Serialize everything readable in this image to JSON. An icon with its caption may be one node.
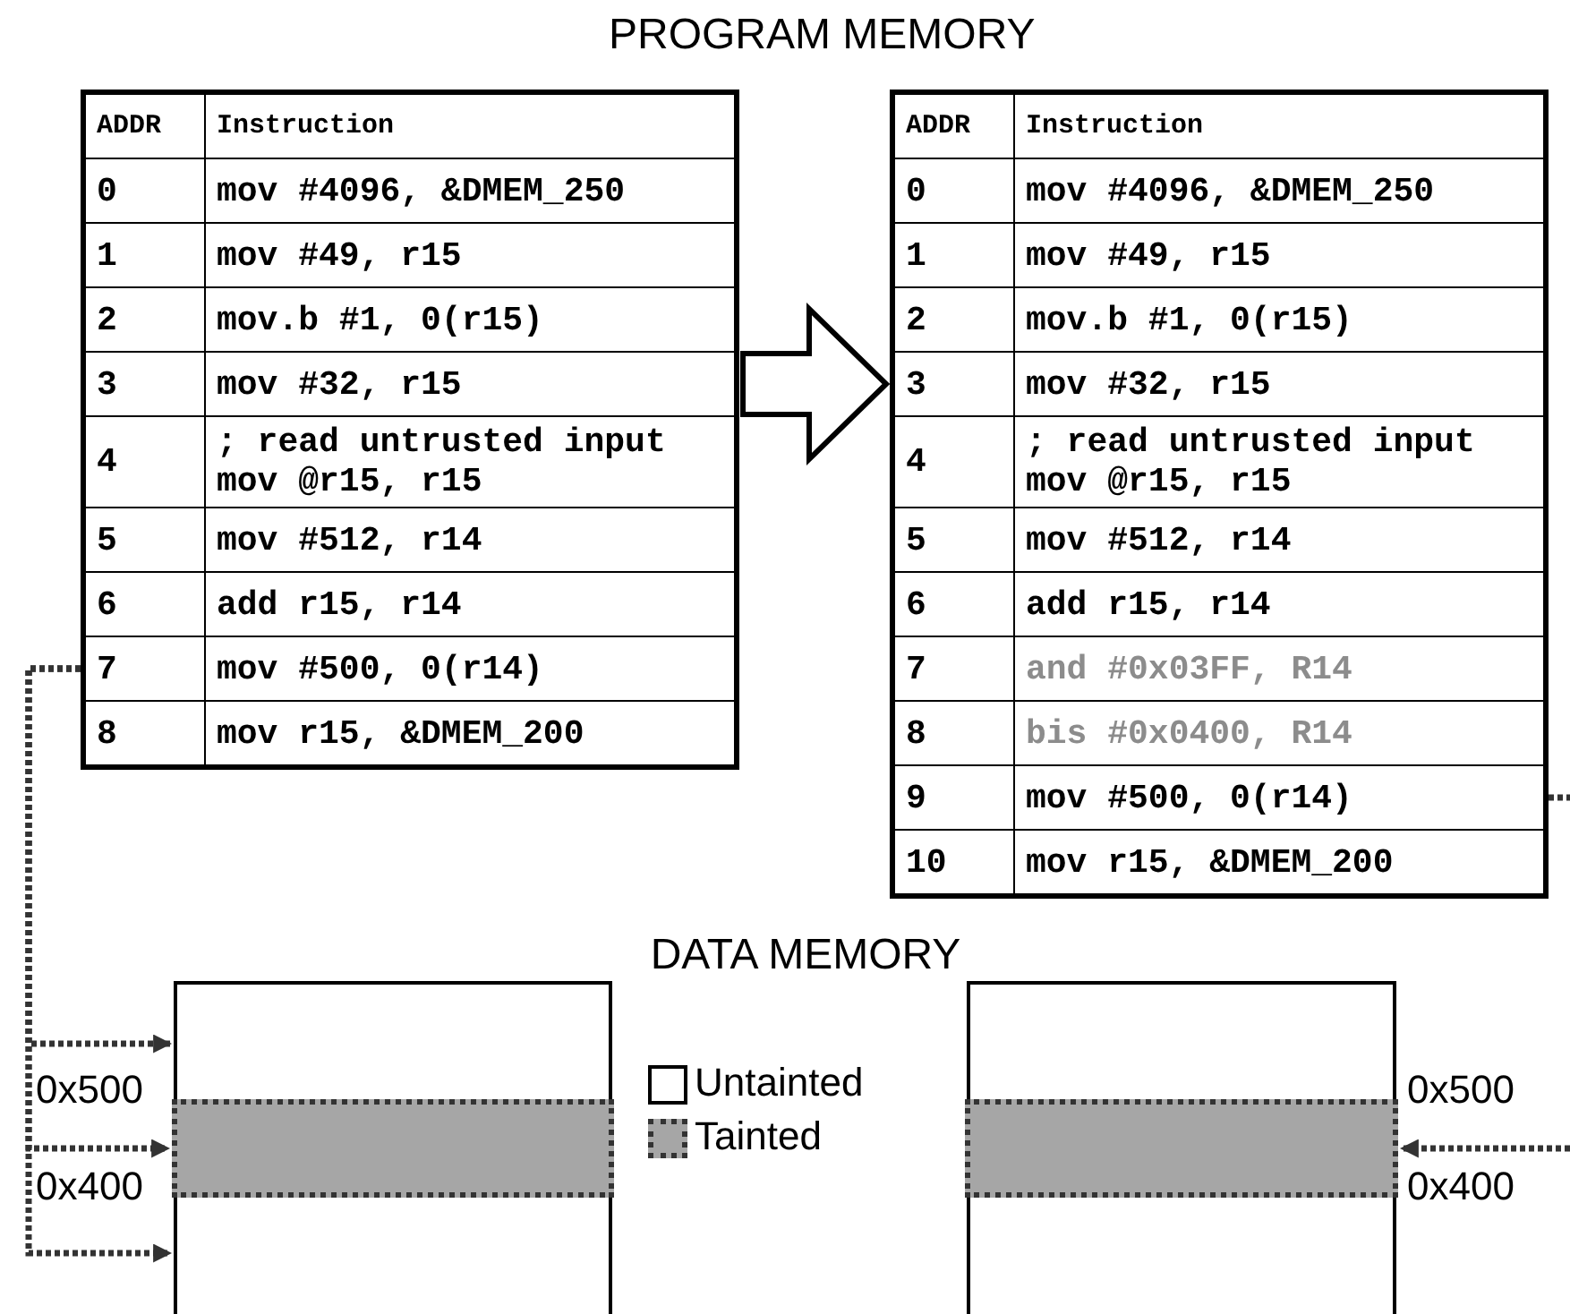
{
  "diagram": {
    "nodes": [
      {
        "text": [
          "ADDR",
          "Instruction",
          "0",
          "mov #4096, &DMEM_250",
          "1",
          "mov #49, r15",
          "2",
          "mov.b #1, 0(r15)",
          "3",
          "mov #32, r15",
          "4",
          "; read untrusted input mov @r15, r15",
          "5",
          "mov #512, r14",
          "6",
          "add r15, r14",
          "7",
          "mov #500, 0(r14)",
          "8",
          "mov r15, &DMEM_200"
        ]
      },
      {
        "text": [
          "ADDR",
          "Instruction",
          "0",
          "mov #4096, &DMEM_250",
          "1",
          "mov #49, r15",
          "2",
          "mov.b #1, 0(r15)",
          "3",
          "mov #32, r15",
          "4",
          "; read untrusted input mov @r15, r15",
          "5",
          "mov #512, r14",
          "6",
          "add r15, r14",
          "7",
          "and  #0x03FF, R14",
          "8",
          "bis  #0x0400, R14",
          "9",
          "mov #500, 0(r14)",
          "10",
          "mov r15, &DMEM_200"
        ]
      },
      {
        "text": [],
        "shape": "box"
      },
      {
        "text": [],
        "shape": "box",
        "in": 2
      },
      {
        "text": [],
        "shape": "box"
      },
      {
        "text": [],
        "shape": "box",
        "in": 4
      }
    ],
    "edges": [
      {
        "from": 0,
        "to": 1,
        "arrow": "to"
      },
      {
        "from": 0,
        "to": 2,
        "arrow": "to",
        "style": "dashed"
      },
      {
        "from": 0,
        "to": 3,
        "arrow": "to",
        "style": "dashed"
      },
      {
        "from": 0,
        "to": 2,
        "arrow": "to",
        "style": "dashed"
      },
      {
        "from": 1,
        "to": null,
        "arrow": "none",
        "style": "dashed"
      },
      {
        "from": null,
        "to": 5,
        "arrow": "to",
        "style": "dashed"
      }
    ],
    "labels": [
      "PROGRAM MEMORY",
      "DATA MEMORY",
      "0x500",
      "0x400",
      "0x500",
      "0x400"
    ],
    "legend": [
      {
        "text": "Untainted"
      },
      {
        "text": "Tainted"
      }
    ]
  }
}
